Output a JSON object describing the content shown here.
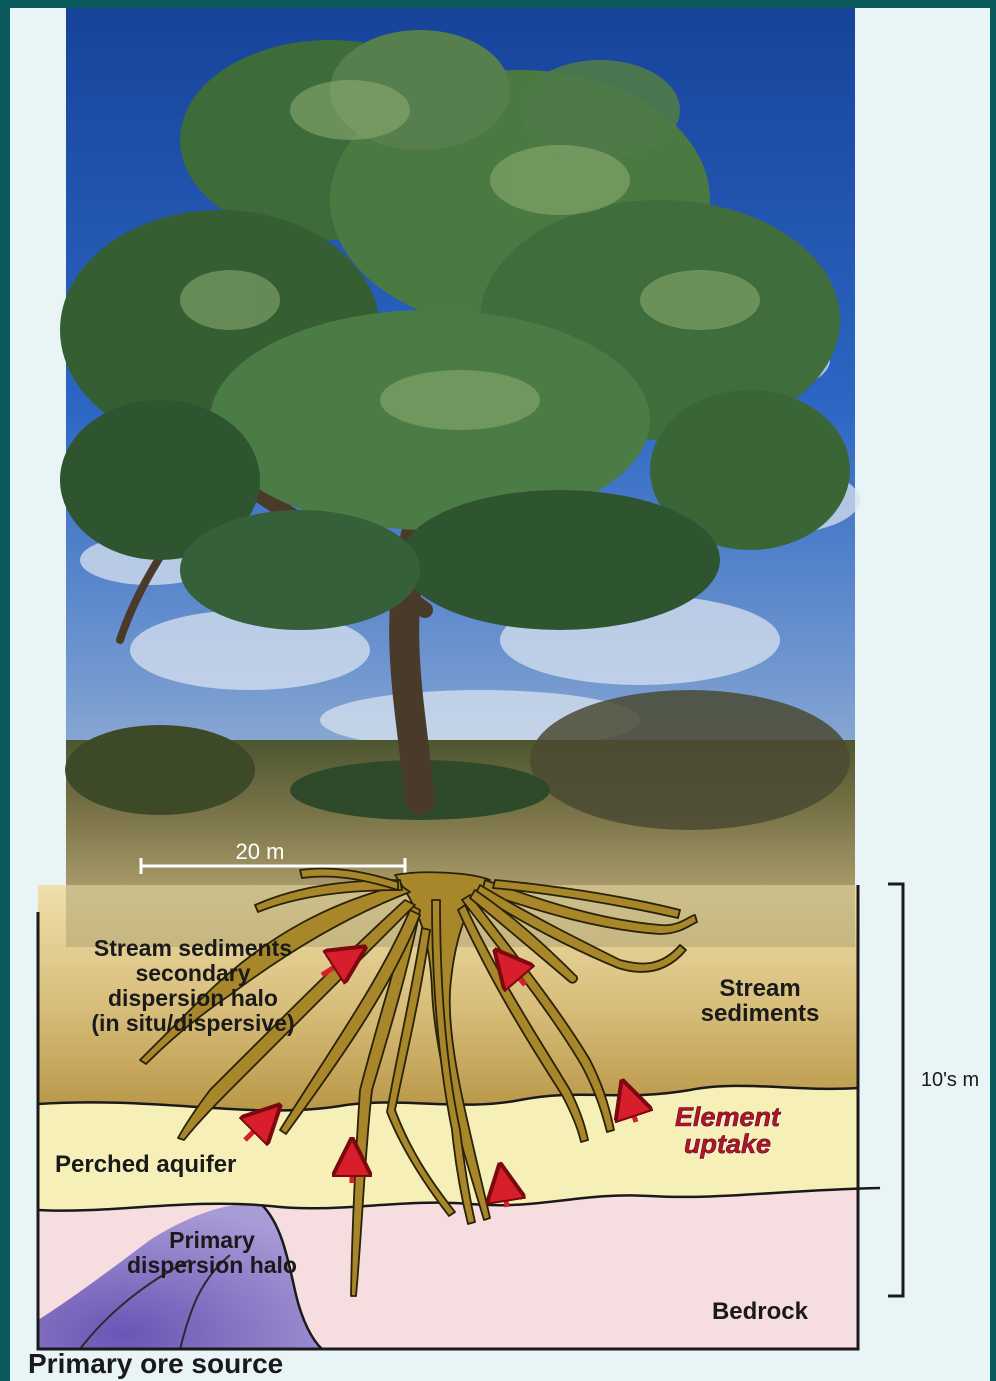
{
  "scale": {
    "bar_label": "20 m",
    "depth_label": "10's m"
  },
  "labels": {
    "stream_halo": "Stream sediments secondary dispersion halo (in situ/dispersive)",
    "stream_halo_lines": [
      "Stream sediments",
      "secondary",
      "dispersion halo",
      "(in situ/dispersive)"
    ],
    "stream_sediments_lines": [
      "Stream",
      "sediments"
    ],
    "element_uptake_lines": [
      "Element",
      "uptake"
    ],
    "perched_aquifer": "Perched aquifer",
    "primary_halo_lines": [
      "Primary",
      "dispersion halo"
    ],
    "bedrock": "Bedrock",
    "primary_ore_source": "Primary ore source"
  },
  "colors": {
    "background": "#0a5a5c",
    "panel": "#e9f4f6",
    "sky": "#1e4fa8",
    "foliage": "#3e6b3a",
    "stream_layer": "#c9a864",
    "aquifer_layer": "#f6f0b8",
    "bedrock_layer": "#f6dde0",
    "ore_body": "#8b78c6",
    "roots": "#a8862a",
    "arrows": "#d81e2a",
    "uptake_text": "#b0162a"
  }
}
